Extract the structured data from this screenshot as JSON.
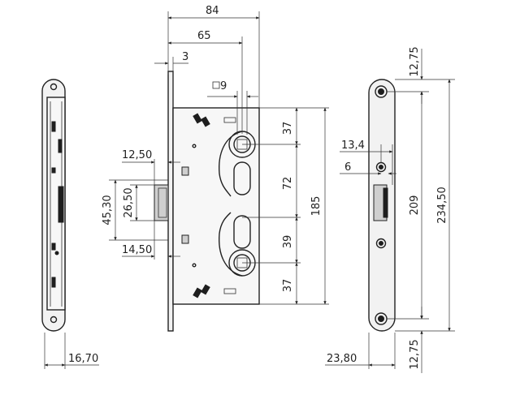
{
  "dimensions": {
    "d84": "84",
    "d65": "65",
    "d3": "3",
    "d9": "9",
    "d37_top": "37",
    "d72": "72",
    "d39": "39",
    "d37_bottom": "37",
    "d185": "185",
    "d12_50": "12,50",
    "d45_30": "45,30",
    "d26_50": "26,50",
    "d14_50": "14,50",
    "d16_70": "16,70",
    "d13_4": "13,4",
    "d6": "6",
    "d209": "209",
    "d234_50": "234,50",
    "d12_75_top": "12,75",
    "d12_75_bottom": "12,75",
    "d23_80": "23,80"
  },
  "arrows": {
    "spec": [
      "d84",
      "d65",
      "d3",
      "d9",
      "d37_top",
      "d72",
      "d39",
      "d37_bottom",
      "d185",
      "d12_50",
      "d45_30",
      "d26_50",
      "d14_50",
      "d16_70",
      "d13_4",
      "d6",
      "d209",
      "d234_50",
      "d12_75_top",
      "d12_75_bottom",
      "d23_80"
    ]
  }
}
